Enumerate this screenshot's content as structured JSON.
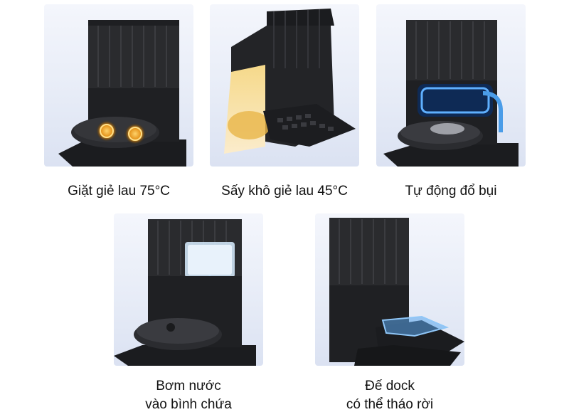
{
  "features": [
    {
      "caption_lines": [
        "Giặt giẻ lau 75°C"
      ],
      "icon": "hot-wash-mop-icon",
      "accent": "#f0a020"
    },
    {
      "caption_lines": [
        "Sấy khô giẻ lau 45°C"
      ],
      "icon": "warm-air-dry-icon",
      "accent": "#f3c460"
    },
    {
      "caption_lines": [
        "Tự động đổ bụi"
      ],
      "icon": "auto-empty-dust-icon",
      "accent": "#4a9ce8"
    },
    {
      "caption_lines": [
        "Bơm nước",
        "vào bình chứa"
      ],
      "icon": "water-refill-icon",
      "accent": "#cfe4f6"
    },
    {
      "caption_lines": [
        "Đế dock",
        "có thể tháo rời"
      ],
      "icon": "detachable-base-icon",
      "accent": "#5aa6ec"
    }
  ]
}
